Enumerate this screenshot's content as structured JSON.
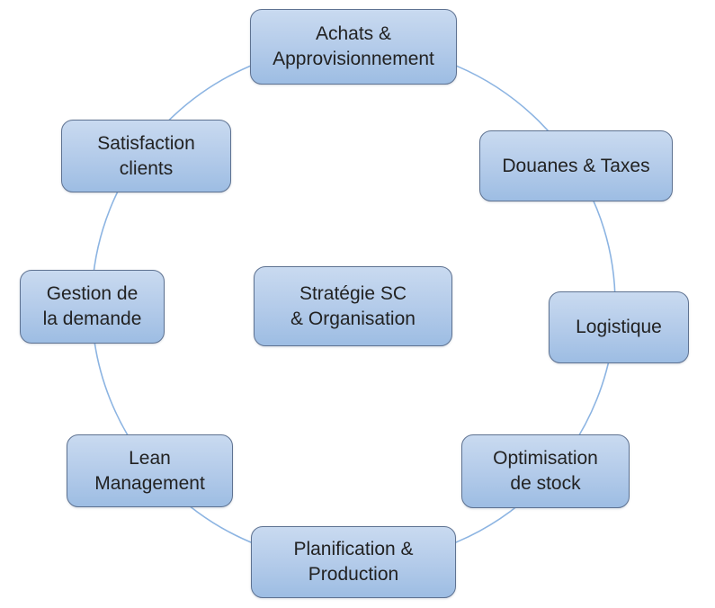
{
  "diagram": {
    "type": "cycle",
    "colors": {
      "circle-stroke": "#8cb4e2",
      "node-fill-top": "#c9daf0",
      "node-fill-mid": "#b2cae9",
      "node-fill-bottom": "#9dbde3",
      "node-border": "#5e7291",
      "text-color": "#222222"
    },
    "center": {
      "label": "Stratégie SC\n& Organisation"
    },
    "nodes": [
      {
        "id": "achats",
        "label": "Achats &\nApprovisionnement"
      },
      {
        "id": "douanes",
        "label": "Douanes & Taxes"
      },
      {
        "id": "logistique",
        "label": "Logistique"
      },
      {
        "id": "optimisation",
        "label": "Optimisation\nde stock"
      },
      {
        "id": "planification",
        "label": "Planification &\nProduction"
      },
      {
        "id": "lean",
        "label": "Lean\nManagement"
      },
      {
        "id": "gestion",
        "label": "Gestion de\nla demande"
      },
      {
        "id": "satisfaction",
        "label": "Satisfaction\nclients"
      }
    ]
  }
}
